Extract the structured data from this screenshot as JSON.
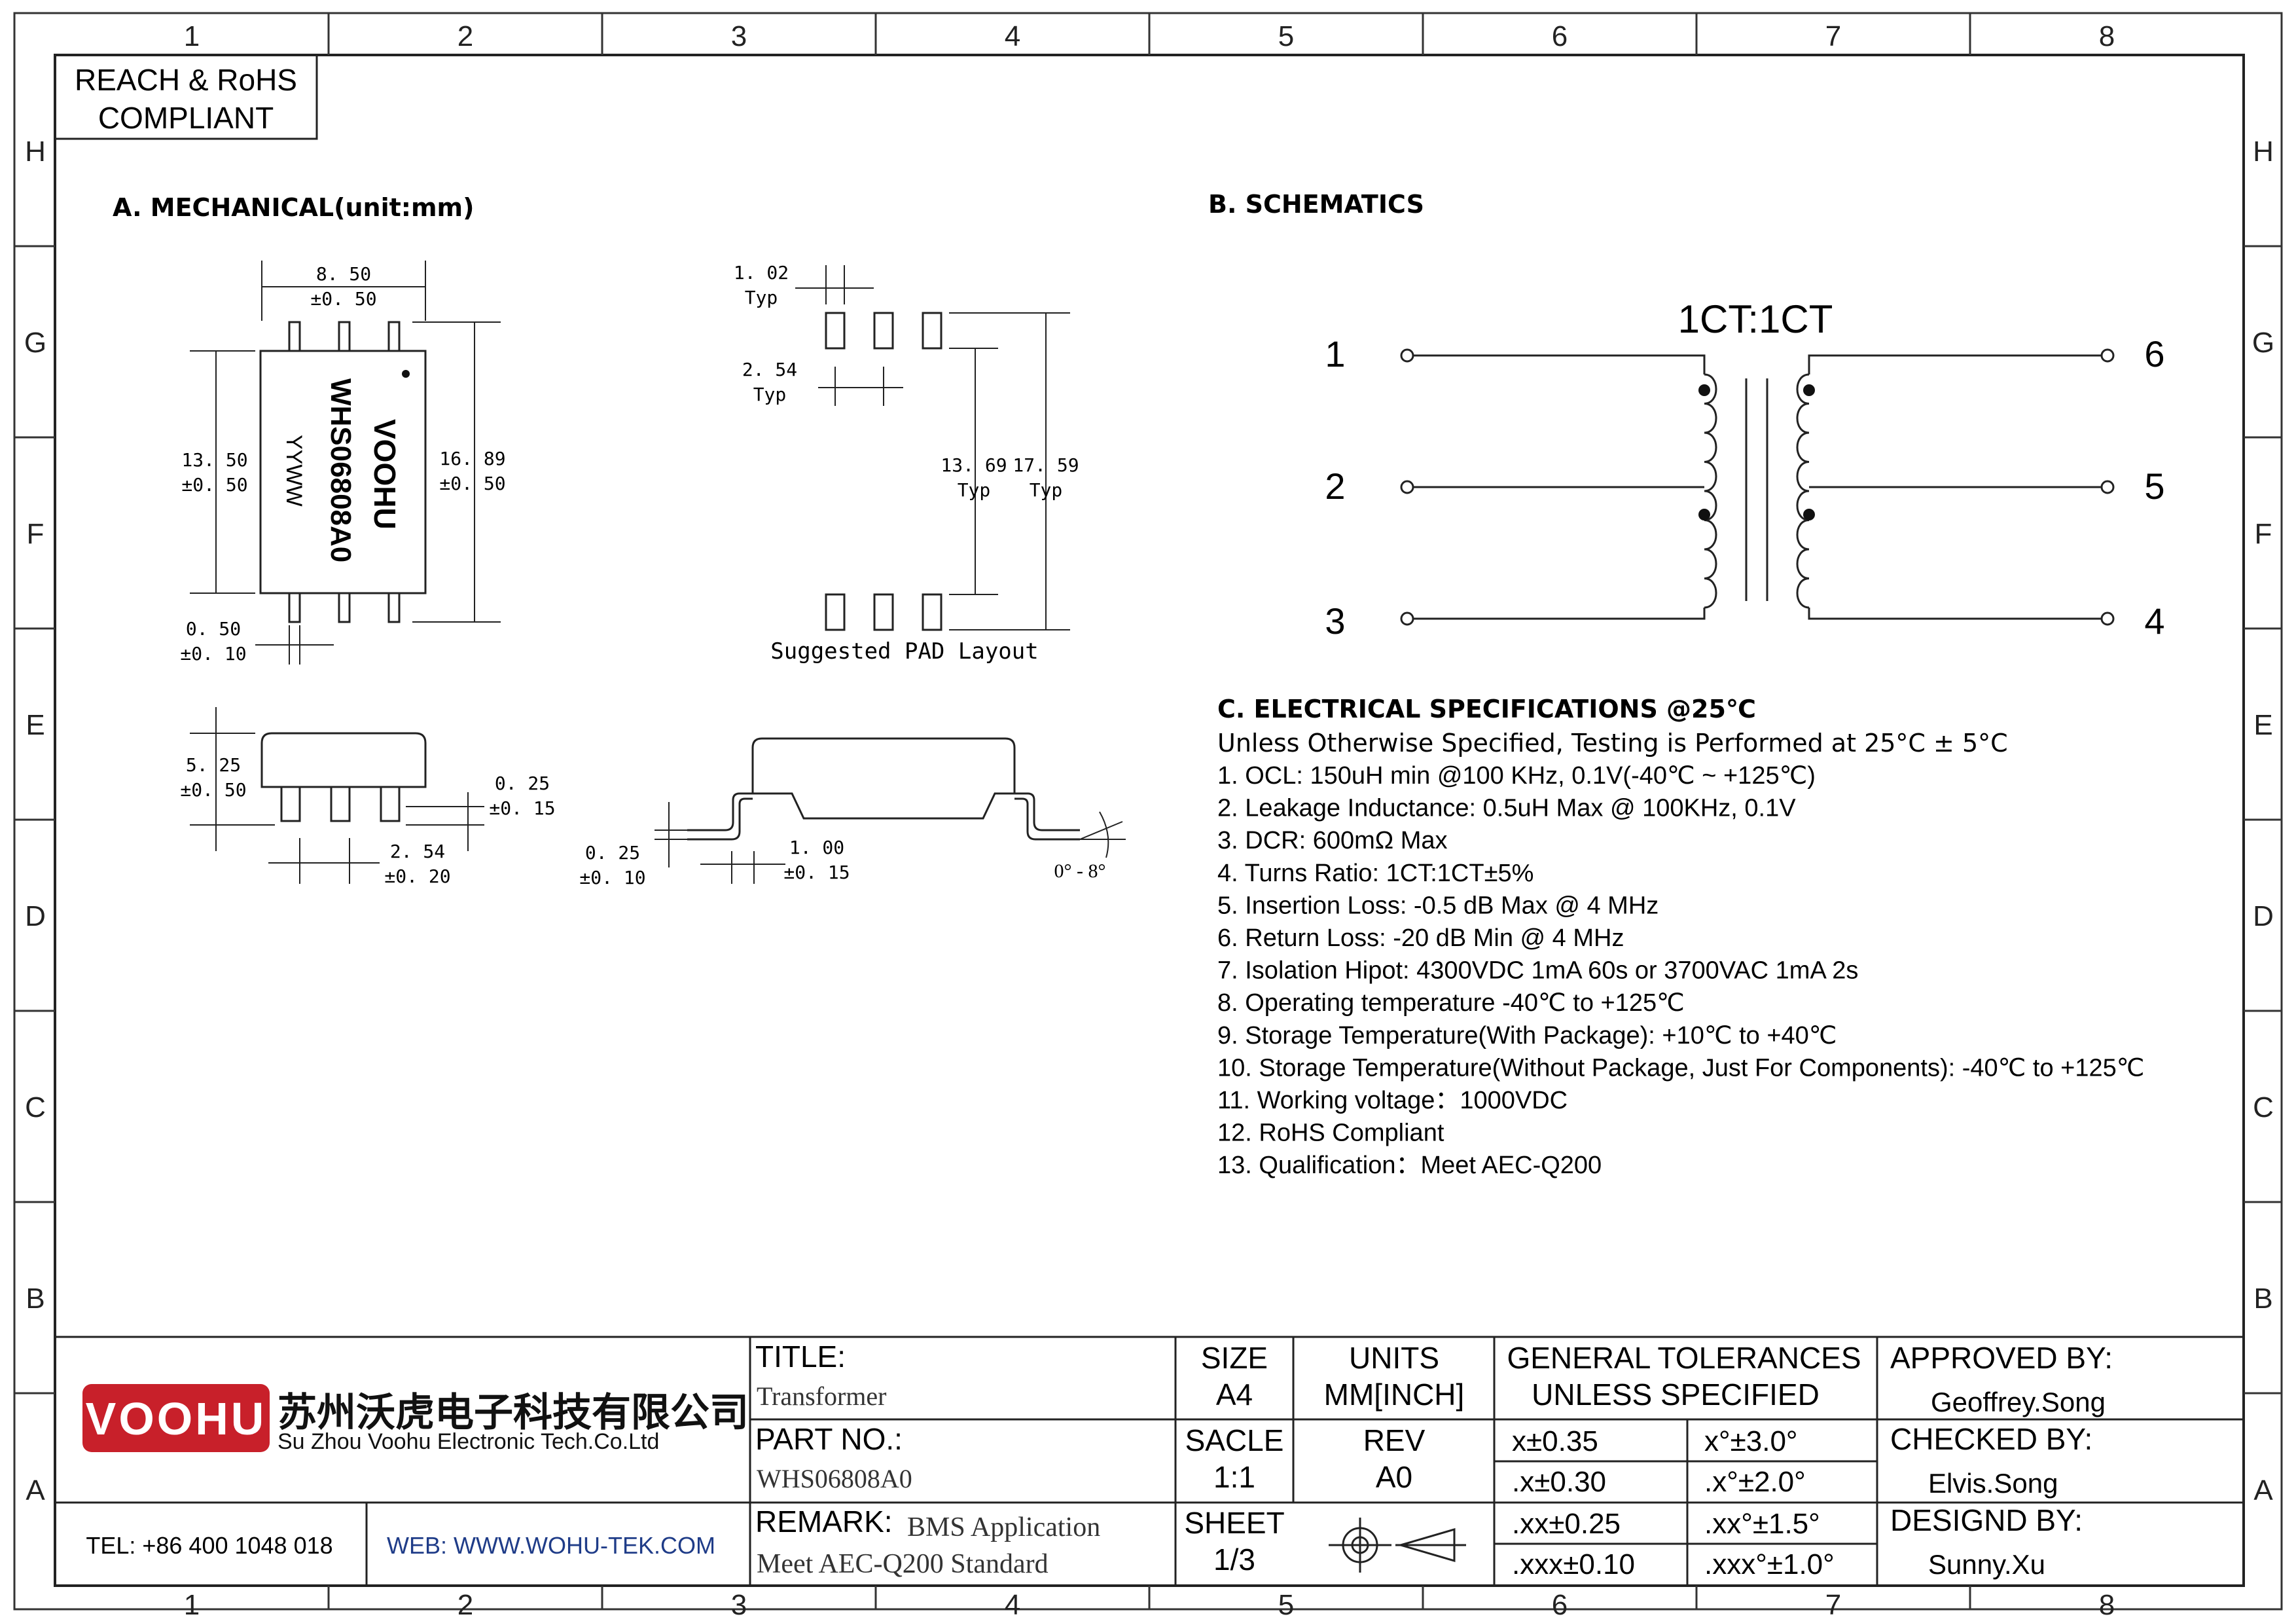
{
  "border": {
    "cols": [
      "1",
      "2",
      "3",
      "4",
      "5",
      "6",
      "7",
      "8"
    ],
    "rows": [
      "H",
      "G",
      "F",
      "E",
      "D",
      "C",
      "B",
      "A"
    ]
  },
  "compliance": {
    "line1": "REACH & RoHS",
    "line2": "COMPLIANT"
  },
  "sections": {
    "mechanical": "A. MECHANICAL(unit:mm)",
    "schematics": "B. SCHEMATICS",
    "electrical": "C. ELECTRICAL SPECIFICATIONS @25℃"
  },
  "part_marking": {
    "brand": "VOOHU",
    "part": "WHS06808A0",
    "date": "YYWW"
  },
  "dims": {
    "width_top": "8. 50",
    "width_top_tol": "±0. 50",
    "body_len": "13. 50",
    "body_len_tol": "±0. 50",
    "total_len": "16. 89",
    "total_len_tol": "±0. 50",
    "pin_w": "0. 50",
    "pin_w_tol": "±0. 10",
    "pad_w": "1. 02",
    "pad_w_typ": "Typ",
    "pad_pitch": "2. 54",
    "pad_pitch_typ": "Typ",
    "pad_inner": "13. 69",
    "pad_inner_typ": "Typ",
    "pad_outer": "17. 59",
    "pad_outer_typ": "Typ",
    "pad_caption": "Suggested PAD Layout",
    "height": "5. 25",
    "height_tol": "±0. 50",
    "standoff": "0. 25",
    "standoff_tol": "±0. 15",
    "pitch": "2. 54",
    "pitch_tol": "±0. 20",
    "lead_t": "0. 25",
    "lead_t_tol": "±0. 10",
    "foot": "1. 00",
    "foot_tol": "±0. 15",
    "angle": "0° - 8°"
  },
  "schematic": {
    "ratio": "1CT:1CT",
    "pins": [
      "1",
      "2",
      "3",
      "6",
      "5",
      "4"
    ]
  },
  "specs": {
    "intro": "Unless Otherwise Specified, Testing is Performed at 25°C ± 5°C",
    "items": [
      "1. OCL: 150uH min @100 KHz, 0.1V(-40℃ ~ +125℃)",
      "2. Leakage Inductance: 0.5uH Max @ 100KHz, 0.1V",
      "3. DCR: 600mΩ Max",
      "4. Turns Ratio: 1CT:1CT±5%",
      "5. Insertion Loss: -0.5 dB Max @ 4 MHz",
      "6. Return Loss: -20 dB Min @ 4 MHz",
      "7. Isolation Hipot: 4300VDC 1mA 60s or 3700VAC 1mA 2s",
      "8. Operating temperature -40℃ to +125℃",
      "9. Storage Temperature(With Package): +10℃ to +40℃",
      "10. Storage Temperature(Without Package, Just For Components): -40℃ to +125℃",
      "11. Working voltage：1000VDC",
      "12.  RoHS Compliant",
      "13. Qualification：Meet AEC-Q200"
    ]
  },
  "title_block": {
    "logo": "VOOHU",
    "company_cn": "苏州沃虎电子科技有限公司",
    "company_en": "Su Zhou Voohu Electronic Tech.Co.Ltd",
    "tel": "TEL: +86 400 1048 018",
    "web": "WEB: WWW.WOHU-TEK.COM",
    "title_label": "TITLE:",
    "title_value": "Transformer",
    "partno_label": "PART NO.:",
    "partno_value": "WHS06808A0",
    "remark_label": "REMARK:",
    "remark_line1": "BMS Application",
    "remark_line2": "Meet AEC-Q200 Standard",
    "size_label": "SIZE",
    "size_value": "A4",
    "units_label": "UNITS",
    "units_value": "MM[INCH]",
    "scale_label": "SACLE",
    "scale_value": "1:1",
    "rev_label": "REV",
    "rev_value": "A0",
    "sheet_label": "SHEET",
    "sheet_value": "1/3",
    "tol_title1": "GENERAL TOLERANCES",
    "tol_title2": "UNLESS SPECIFIED",
    "tol": [
      [
        "x±0.35",
        "x°±3.0°"
      ],
      [
        ".x±0.30",
        ".x°±2.0°"
      ],
      [
        ".xx±0.25",
        ".xx°±1.5°"
      ],
      [
        ".xxx±0.10",
        ".xxx°±1.0°"
      ]
    ],
    "approved_label": "APPROVED BY:",
    "approved_value": "Geoffrey.Song",
    "checked_label": "CHECKED BY:",
    "checked_value": "Elvis.Song",
    "designed_label": "DESIGND BY:",
    "designed_value": "Sunny.Xu"
  }
}
